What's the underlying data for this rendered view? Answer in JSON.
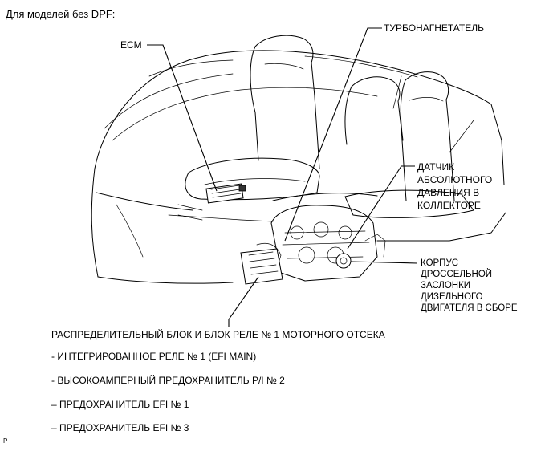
{
  "heading": "Для моделей без DPF:",
  "callouts": {
    "ecm": "ECM",
    "turbo": "ТУРБОНАГНЕТАТЕЛЬ",
    "map_sensor": "ДАТЧИК\nАБСОЛЮТНОГО\nДАВЛЕНИЯ В\nКОЛЛЕКТОРЕ",
    "throttle_body": "КОРПУС\nДРОССЕЛЬНОЙ\nЗАСЛОНКИ\nДИЗЕЛЬНОГО\nДВИГАТЕЛЯ В СБОРЕ"
  },
  "relay_block": {
    "title": "РАСПРЕДЕЛИТЕЛЬНЫЙ БЛОК И БЛОК РЕЛЕ № 1 МОТОРНОГО ОТСЕКА",
    "items": [
      "- ИНТЕГРИРОВАННОЕ РЕЛЕ № 1 (EFI MAIN)",
      "- ВЫСОКОАМПЕРНЫЙ ПРЕДОХРАНИТЕЛЬ P/I № 2",
      "– ПРЕДОХРАНИТЕЛЬ EFI № 1",
      "– ПРЕДОХРАНИТЕЛЬ EFI № 3"
    ]
  },
  "figure_code": "P"
}
